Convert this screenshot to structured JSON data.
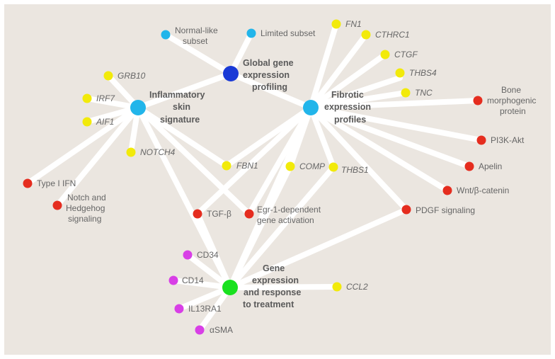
{
  "colors": {
    "background": "#ebe6e0",
    "edge": "#ffffff",
    "hub_blue": "#1a3ad6",
    "hub_cyan": "#22b5ea",
    "hub_green": "#19e11f",
    "gene_yellow": "#f2ea0a",
    "pathway_red": "#e52d1f",
    "marker_magenta": "#d83fe6",
    "subset_cyan": "#22b5ea"
  },
  "hubs": {
    "global": [
      "Global gene",
      "expression",
      "profiling"
    ],
    "inflammatory": [
      "Inflammatory",
      "skin",
      "signature"
    ],
    "fibrotic": [
      "Fibrotic",
      "expression",
      "profiles"
    ],
    "treatment": [
      "Gene",
      "expression",
      "and response",
      "to treatment"
    ]
  },
  "nodes": {
    "normal_like": [
      "Normal-like",
      "subset"
    ],
    "limited": "Limited subset",
    "grb10": "GRB10",
    "irf7": "IRF7",
    "aif1": "AIF1",
    "notch4": "NOTCH4",
    "fn1": "FN1",
    "cthrc1": "CTHRC1",
    "ctgf": "CTGF",
    "thbs4": "THBS4",
    "tnc": "TNC",
    "bmp": [
      "Bone",
      "morphogenic",
      "protein"
    ],
    "pi3k": "PI3K-Akt",
    "apelin": "Apelin",
    "wnt": "Wnt/β-catenin",
    "pdgf": "PDGF signaling",
    "fbn1": "FBN1",
    "comp": "COMP",
    "thbs1": "THBS1",
    "type1ifn": "Type I IFN",
    "notch_hh": [
      "Notch and",
      "Hedgehog",
      "signaling"
    ],
    "tgfb": "TGF-β",
    "egr1": [
      "Egr-1-dependent",
      "gene activation"
    ],
    "cd34": "CD34",
    "cd14": "CD14",
    "il13ra1": "IL13RA1",
    "asma": "αSMA",
    "ccl2": "CCL2"
  }
}
